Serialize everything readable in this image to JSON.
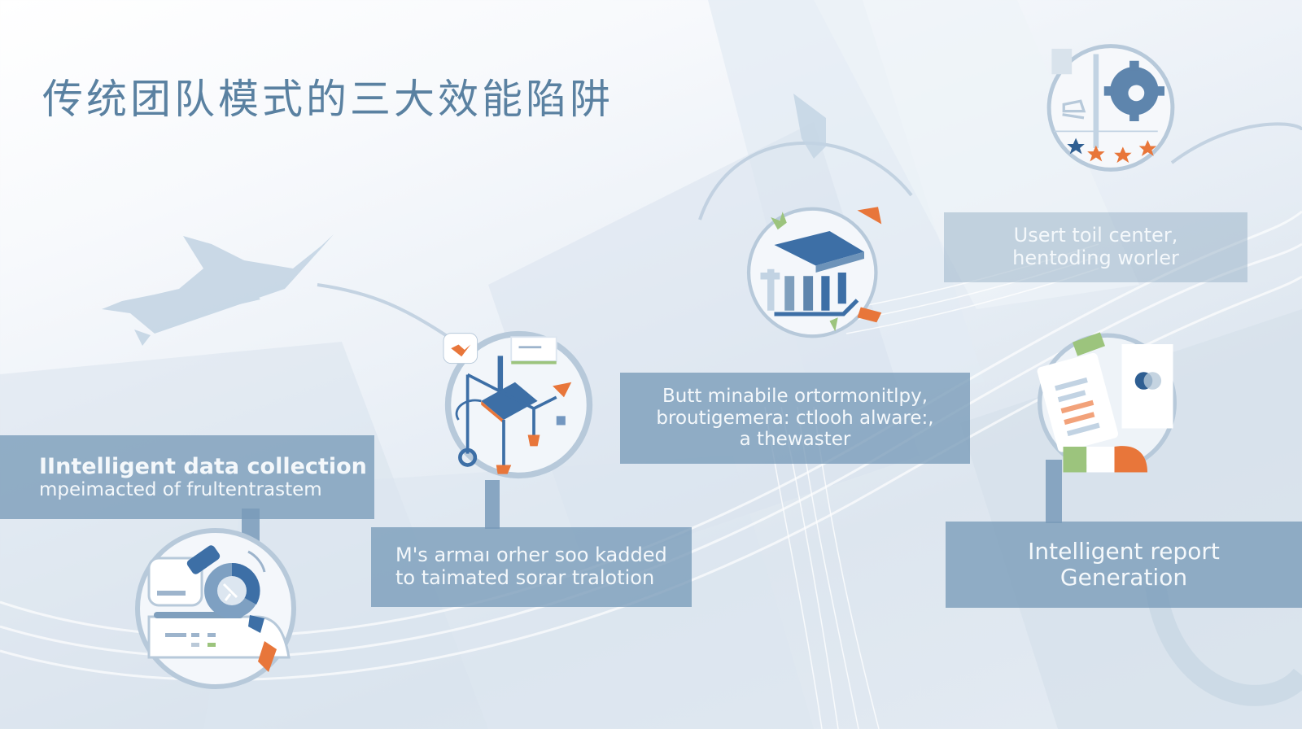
{
  "slide": {
    "title": "传统团队模式的三大效能陷阱"
  },
  "captions": [
    {
      "id": "data-collection",
      "lines": [
        "IIntelligent data collection",
        "mpeimacted of frultentrastem"
      ]
    },
    {
      "id": "arma-other",
      "lines": [
        "M's armaı orher soo kadded",
        "to taimated sorar tralotion"
      ]
    },
    {
      "id": "butt-minabile",
      "lines": [
        "Butt minabile ortormonitlpy,",
        "broutigemera: ctlooh alware:,",
        "a thewaster"
      ]
    },
    {
      "id": "user-toil-center",
      "lines": [
        "Usert toil center,",
        "hentoding worler"
      ]
    },
    {
      "id": "report-generation",
      "lines": [
        "Intelligent report",
        "Generation"
      ]
    }
  ],
  "icons": [
    {
      "id": "data-collection-medallion",
      "semantic": "document-magnifier-icon"
    },
    {
      "id": "network-book-medallion",
      "semantic": "connected-book-icon"
    },
    {
      "id": "building-medallion",
      "semantic": "building-icon"
    },
    {
      "id": "gear-rating-medallion",
      "semantic": "gear-stars-icon"
    },
    {
      "id": "report-medallion",
      "semantic": "report-document-icon"
    }
  ],
  "colors": {
    "title": "#5a81a1",
    "caption_bg": "#789bb9",
    "caption_text": "#f4f8fb",
    "accent_blue": "#3d6fa6",
    "accent_orange": "#e8763a",
    "accent_green": "#9cc47d",
    "medallion_ring": "#b7c9da"
  }
}
